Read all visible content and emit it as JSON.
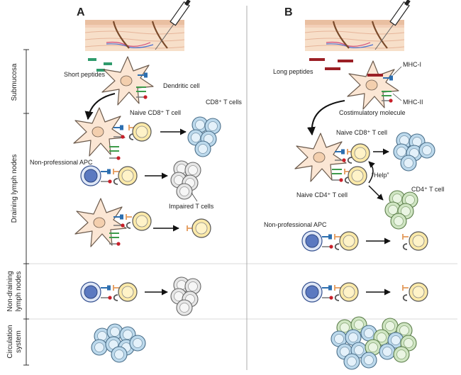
{
  "panels": {
    "a_label": "A",
    "b_label": "B"
  },
  "sections": {
    "submucosa": "Submucosa",
    "draining": "Draining lymph nodes",
    "nondraining_line1": "Non-draining",
    "nondraining_line2": "lymph nodes",
    "circulation_line1": "Circulation",
    "circulation_line2": "system"
  },
  "panel_a": {
    "short_peptides": "Short peptides",
    "dendritic_cell": "Dendritic cell",
    "cd8_t_cells": "CD8⁺ T cells",
    "naive_cd8": "Naive CD8⁺ T cell",
    "nonprof_apc": "Non-professional APC",
    "impaired": "Impaired T cells"
  },
  "panel_b": {
    "long_peptides": "Long peptides",
    "mhc1": "MHC-I",
    "mhc2": "MHC-II",
    "costim": "Costimulatory molecule",
    "naive_cd8": "Naive CD8⁺ T cell",
    "help": "“Help”",
    "naive_cd4": "Naive CD4⁺ T cell",
    "cd4_t_cell": "CD4⁺ T cell",
    "nonprof_apc": "Non-professional APC"
  },
  "colors": {
    "dc_fill": "#fbe6d4",
    "tcell_fill": "#fbe9a8",
    "cd8_fill": "#bcd9ec",
    "cd4_fill": "#cfe5c2",
    "impaired_fill": "#e6e6e6",
    "apc_fill": "#5b79c0",
    "short_peptide": "#2f9b6c",
    "long_peptide": "#9b1f25",
    "mhc1": "#2d6fb0",
    "mhc2": "#3d9b4a"
  }
}
